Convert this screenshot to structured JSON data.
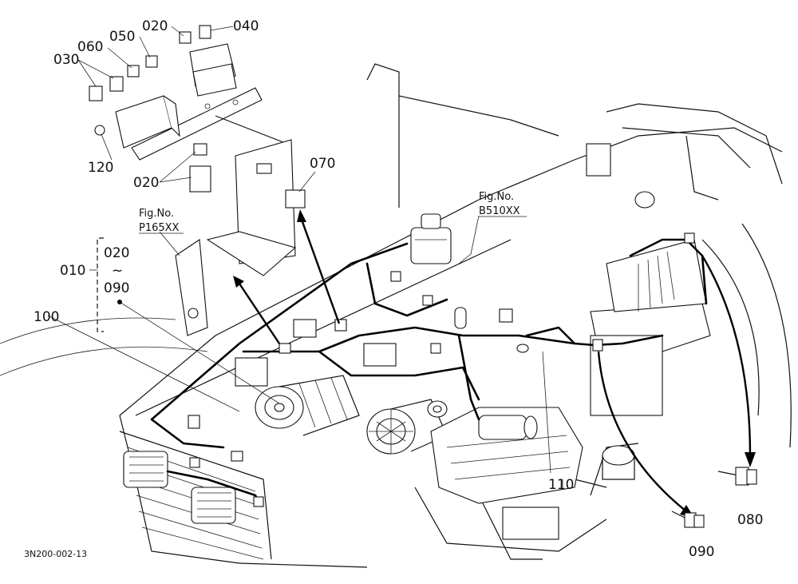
{
  "figure": {
    "code": "3N200-002-13",
    "ref_fig_1": {
      "line1": "Fig.No.",
      "line2": "P165XX"
    },
    "ref_fig_2": {
      "line1": "Fig.No.",
      "line2": "B510XX"
    },
    "parts": {
      "p010": "010",
      "p020_top": "020",
      "p020_mid": "020",
      "p020_group": "020",
      "group_tilde": "~",
      "p090_group": "090",
      "p030": "030",
      "p040": "040",
      "p050": "050",
      "p060": "060",
      "p070": "070",
      "p080": "080",
      "p090": "090",
      "p100": "100",
      "p110": "110",
      "p120": "120"
    }
  }
}
